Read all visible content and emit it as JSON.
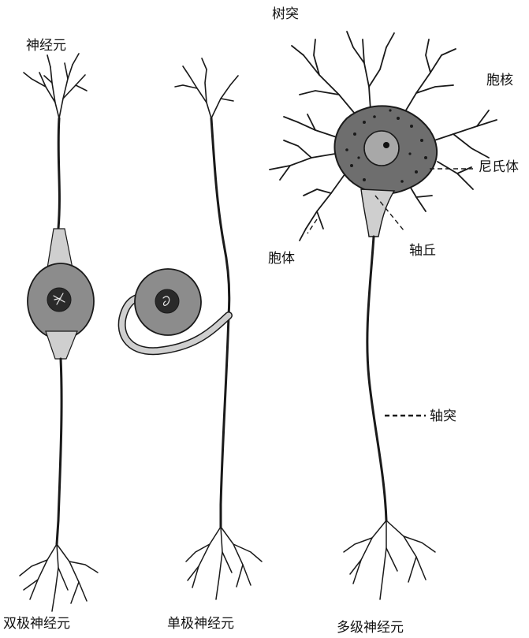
{
  "figure": {
    "neurons": [
      {
        "caption": "双极神经元"
      },
      {
        "caption": "单极神经元"
      },
      {
        "caption": "多级神经元"
      }
    ],
    "labels": {
      "neuron": "神经元",
      "dendrite": "树突",
      "nucleus": "胞核",
      "nissl_body": "尼氏体",
      "cell_body": "胞体",
      "axon_hillock": "轴丘",
      "axon": "轴突"
    }
  },
  "colors": {
    "ink": "#1a1a1a",
    "body_fill": "#8c8c8c",
    "light_fill": "#cfcfcf",
    "nucleus_fill": "#2a2a2a"
  }
}
